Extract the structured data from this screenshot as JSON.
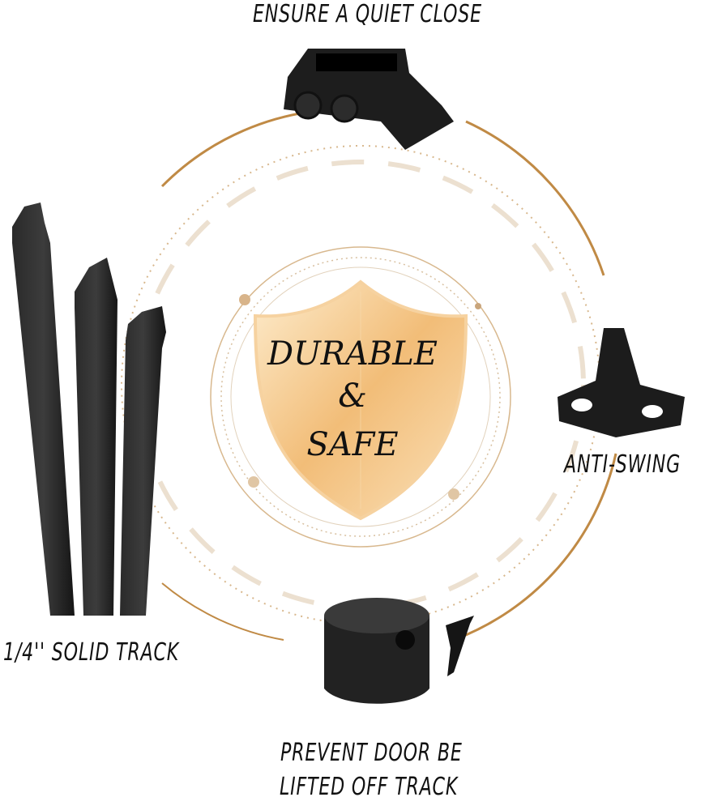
{
  "labels": {
    "top": "ENSURE A QUIET CLOSE",
    "right": "ANTI-SWING",
    "left": "1/4'' SOLID TRACK",
    "bottom_line1": "PREVENT DOOR BE",
    "bottom_line2": "LIFTED OFF TRACK"
  },
  "shield": {
    "line1": "DURABLE",
    "line2": "&",
    "line3": "SAFE"
  },
  "colors": {
    "accent": "#c08a45",
    "shield_light": "#fbe3bd",
    "shield_dark": "#eaa452",
    "hardware": "#1c1c1c"
  }
}
